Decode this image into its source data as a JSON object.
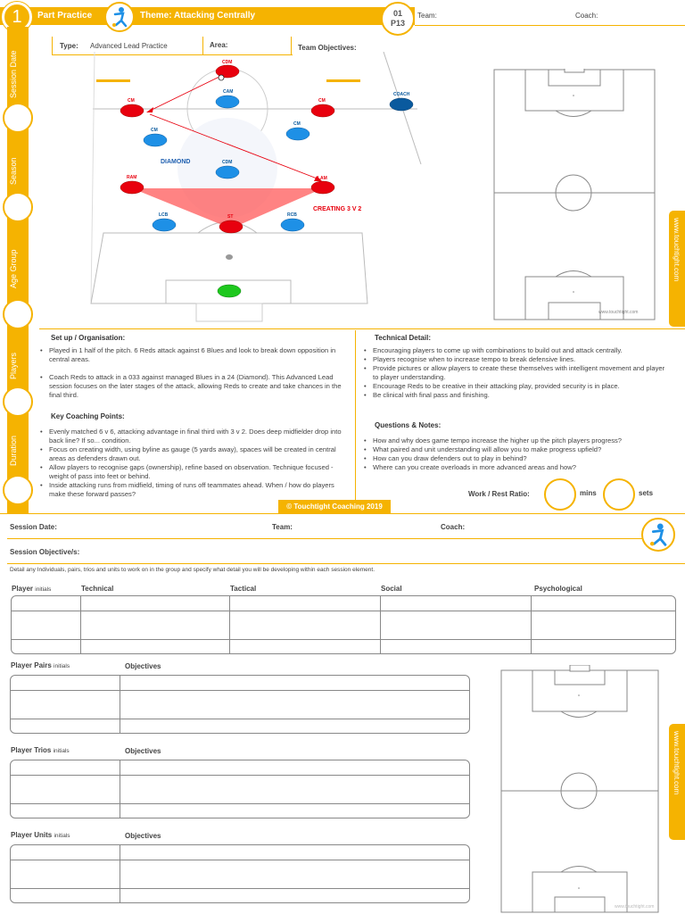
{
  "header": {
    "number": "1",
    "title": "Part Practice",
    "theme": "Theme: Attacking Centrally",
    "code_top": "01",
    "code_bottom": "P13",
    "team_label": "Team:",
    "coach_label": "Coach:"
  },
  "rail": [
    "Session Date",
    "Season",
    "Age Group",
    "Players",
    "Duration"
  ],
  "form": {
    "type_label": "Type:",
    "type_value": "Advanced Lead Practice",
    "area_label": "Area:",
    "objectives_label": "Team Objectives:"
  },
  "diagram": {
    "labels": {
      "cdm_top": "CDM",
      "cm_left": "CM",
      "cam": "CAM",
      "cm_right": "CM",
      "coach": "COACH",
      "cm_blue_left": "CM",
      "cm_blue_right": "CM",
      "diamond": "DIAMOND",
      "cdm_mid": "CDM",
      "ram": "RAM",
      "lam": "LAM",
      "creating": "CREATING 3 V 2",
      "lcb": "LCB",
      "st": "ST",
      "rcb": "RCB"
    }
  },
  "pitch_watermark": "www.touchtight.com",
  "site_tab": "www.touchtight.com",
  "setup": {
    "title": "Set up / Organisation:",
    "items": [
      "Played in 1 half of the pitch. 6 Reds attack against 6 Blues and look to break down opposition in central areas.",
      "Coach Reds to attack in a 033 against managed Blues in a 24 (Diamond). This Advanced Lead session focuses on the later stages of the attack, allowing Reds to create and take chances in the final third."
    ]
  },
  "coaching": {
    "title": "Key Coaching Points:",
    "items": [
      "Evenly matched 6 v 6, attacking advantage in final third with 3 v 2. Does deep midfielder drop into back line? If so... condition.",
      "Focus on creating width, using byline as gauge (5 yards away), spaces will be created in central areas as defenders drawn out.",
      "Allow players to recognise gaps (ownership), refine based on observation. Technique focused - weight of pass into feet or behind.",
      "Inside attacking runs from midfield, timing of runs off teammates ahead. When / how do players make these forward passes?"
    ]
  },
  "technical": {
    "title": "Technical Detail:",
    "items": [
      "Encouraging players to come up with combinations to build out and attack centrally.",
      "Players recognise when to increase tempo to break defensive lines.",
      "Provide pictures or allow players to create these themselves with intelligent movement and player to player understanding.",
      "Encourage Reds to be creative in their attacking play, provided security is in place.",
      "Be clinical with final pass and finishing."
    ]
  },
  "questions": {
    "title": "Questions & Notes:",
    "items": [
      "How and why does game tempo increase the higher up the pitch players progress?",
      "What paired and unit understanding will allow you to make progress upfield?",
      "How can you draw defenders out to play in behind?",
      "Where can you create overloads in more advanced areas and how?"
    ]
  },
  "work_rest": {
    "label": "Work / Rest Ratio:",
    "mins": "mins",
    "sets": "sets"
  },
  "copyright": "© Touchtight Coaching 2019",
  "session": {
    "date_label": "Session Date:",
    "team_label": "Team:",
    "coach_label": "Coach:",
    "objective_label": "Session Objective/s:",
    "instructions": "Detail any Individuals, pairs, trios and units to work on in the group and specify what detail you will be developing within each session element."
  },
  "player_table": {
    "player": "Player",
    "initials": "initials",
    "columns": [
      "Technical",
      "Tactical",
      "Social",
      "Psychological"
    ]
  },
  "pairs": {
    "title": "Player Pairs",
    "initials": "initials",
    "objectives": "Objectives"
  },
  "trios": {
    "title": "Player Trios",
    "initials": "initials",
    "objectives": "Objectives"
  },
  "units": {
    "title": "Player Units",
    "initials": "initials",
    "objectives": "Objectives"
  },
  "colors": {
    "accent": "#f5b301",
    "red": "#e8000e",
    "blue": "#1e90e6",
    "green": "#1ec81e"
  }
}
